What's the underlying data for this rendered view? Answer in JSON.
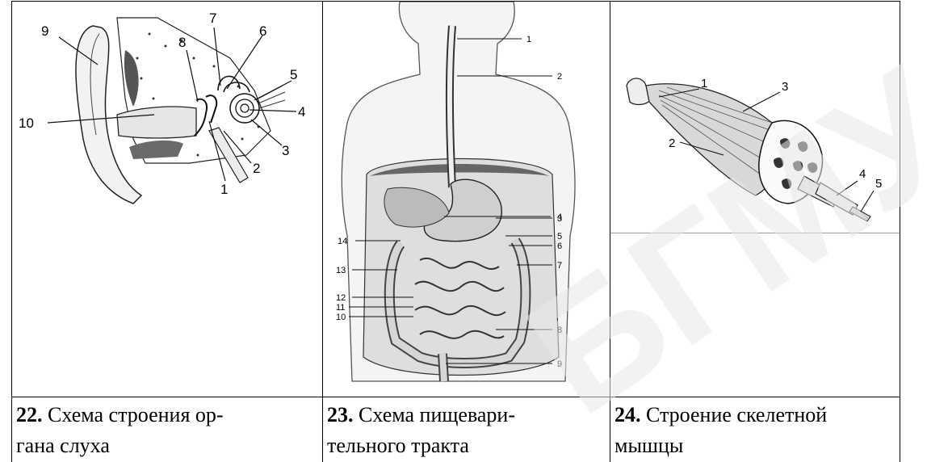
{
  "header_fragment": "",
  "figures": [
    {
      "number": "22.",
      "caption_line1": "Схема строения ор-",
      "caption_line2": "гана слуха",
      "labels": [
        "1",
        "2",
        "3",
        "4",
        "5",
        "6",
        "7",
        "8",
        "9",
        "10"
      ]
    },
    {
      "number": "23.",
      "caption_line1": "Схема пищевари-",
      "caption_line2": "тельного тракта",
      "labels": [
        "1",
        "2",
        "3",
        "4",
        "5",
        "6",
        "7",
        "8",
        "9",
        "10",
        "11",
        "12",
        "13",
        "14"
      ]
    },
    {
      "number": "24.",
      "caption_line1": "Строение скелетной",
      "caption_line2": "мышцы",
      "labels": [
        "1",
        "2",
        "3",
        "4",
        "5"
      ]
    }
  ],
  "watermark": {
    "text": "БГМУ",
    "color": "#e9e9e9"
  }
}
